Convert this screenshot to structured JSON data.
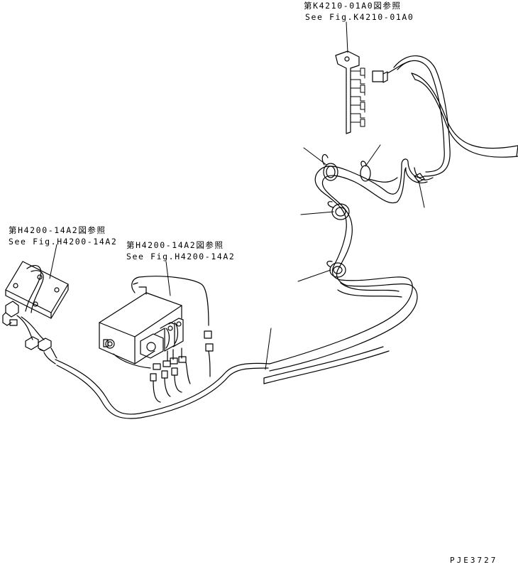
{
  "references": {
    "k4210_jp": "第K4210-01A0図参照",
    "k4210_en": "See Fig.K4210-01A0",
    "h4200_left_jp": "第H4200-14A2図参照",
    "h4200_left_en": "See Fig.H4200-14A2",
    "h4200_mid_jp": "第H4200-14A2図参照",
    "h4200_mid_en": "See Fig.H4200-14A2"
  },
  "drawing_code": "PJE3727",
  "colors": {
    "line": "#000000",
    "background": "#ffffff"
  }
}
